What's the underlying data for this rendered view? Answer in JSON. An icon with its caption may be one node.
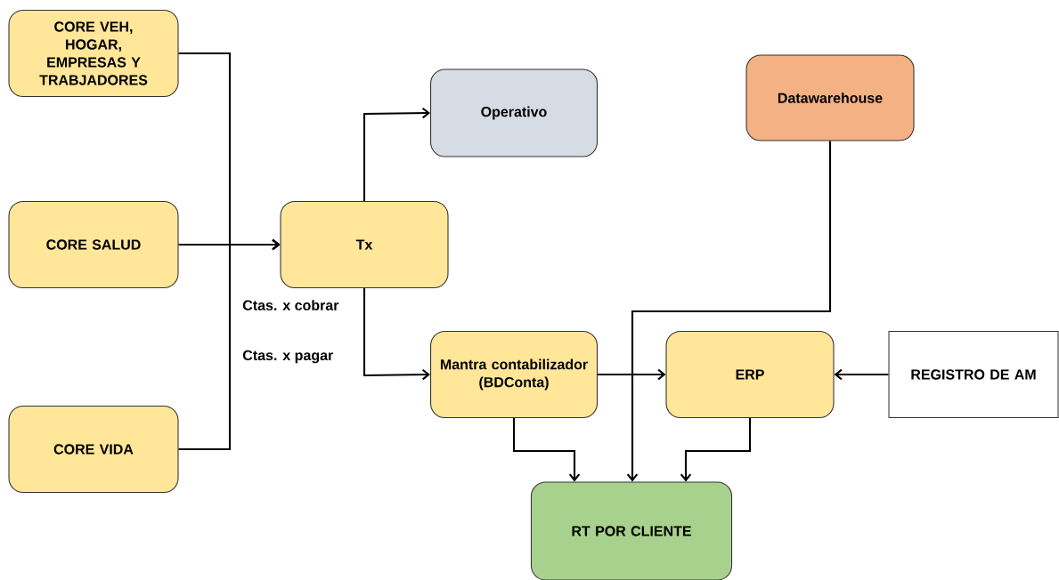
{
  "diagram": {
    "nodes": [
      {
        "text": [
          "CORE VEH, HOGAR, EMPRESAS Y TRABJADORES"
        ]
      },
      {
        "text": [
          "CORE SALUD"
        ]
      },
      {
        "text": [
          "CORE VIDA"
        ]
      },
      {
        "text": [
          "Tx"
        ]
      },
      {
        "text": [
          "Operativo"
        ]
      },
      {
        "text": [
          "Datawarehouse"
        ]
      },
      {
        "text": [
          "Mantra contabilizador (BDConta)"
        ]
      },
      {
        "text": [
          "ERP"
        ]
      },
      {
        "text": [
          "REGISTRO DE AM"
        ]
      },
      {
        "text": [
          "RT POR CLIENTE"
        ]
      }
    ],
    "edges": [
      {
        "from": 0,
        "to": 3,
        "arrow": "to"
      },
      {
        "from": 1,
        "to": 3,
        "arrow": "to"
      },
      {
        "from": 2,
        "to": 3,
        "arrow": "to"
      },
      {
        "from": 3,
        "to": 4,
        "arrow": "to"
      },
      {
        "from": 3,
        "to": 6,
        "arrow": "to"
      },
      {
        "from": 6,
        "to": 7,
        "arrow": "to"
      },
      {
        "from": 8,
        "to": 7,
        "arrow": "to"
      },
      {
        "from": 6,
        "to": 9,
        "arrow": "to"
      },
      {
        "from": 7,
        "to": 9,
        "arrow": "to"
      },
      {
        "from": 5,
        "to": 9,
        "arrow": "to"
      }
    ],
    "labels": [
      "Ctas. x cobrar",
      "Ctas. x pagar"
    ]
  }
}
